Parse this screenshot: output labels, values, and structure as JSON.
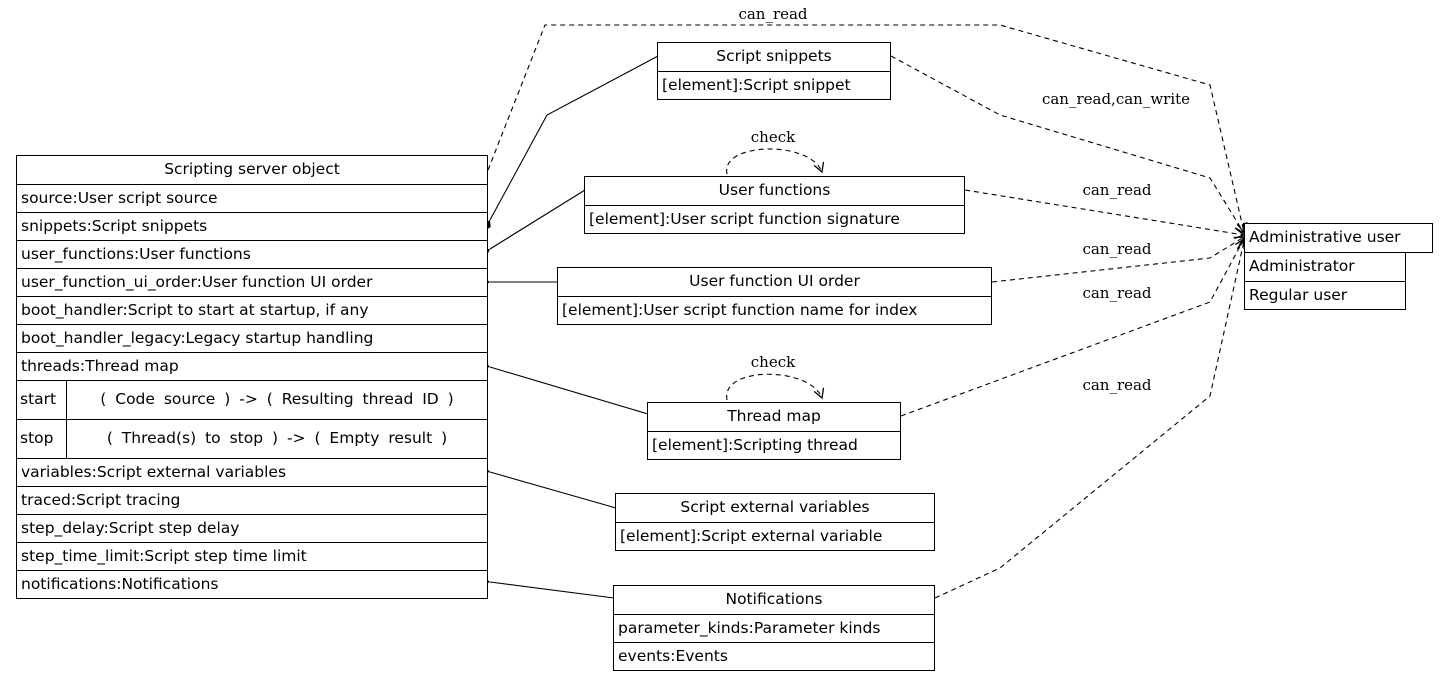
{
  "main_object": {
    "title": "Scripting server object",
    "fields": {
      "source": "source:User script source",
      "snippets": "snippets:Script snippets",
      "user_functions": "user_functions:User functions",
      "user_function_ui_order": "user_function_ui_order:User function UI order",
      "boot_handler": "boot_handler:Script to start at startup, if any",
      "boot_handler_legacy": "boot_handler_legacy:Legacy startup handling",
      "threads": "threads:Thread map",
      "variables": "variables:Script external variables",
      "traced": "traced:Script tracing",
      "step_delay": "step_delay:Script step delay",
      "step_time_limit": "step_time_limit:Script step time limit",
      "notifications": "notifications:Notifications"
    },
    "methods": {
      "start": {
        "name": "start",
        "signature": "( Code source )  -> ( Resulting thread ID )"
      },
      "stop": {
        "name": "stop",
        "signature": "(  Thread(s) to stop  )  -> (  Empty result  )"
      }
    }
  },
  "nodes": {
    "script_snippets": {
      "title": "Script snippets",
      "rows": [
        "[element]:Script snippet"
      ]
    },
    "user_functions": {
      "title": "User functions",
      "rows": [
        "[element]:User script function signature"
      ]
    },
    "ui_order": {
      "title": "User function UI order",
      "rows": [
        "[element]:User script function name for index"
      ]
    },
    "thread_map": {
      "title": "Thread map",
      "rows": [
        "[element]:Scripting thread"
      ]
    },
    "external_variables": {
      "title": "Script external variables",
      "rows": [
        "[element]:Script external variable"
      ]
    },
    "notifications": {
      "title": "Notifications",
      "rows": [
        "parameter_kinds:Parameter kinds",
        "events:Events"
      ]
    },
    "roles": {
      "title": "Administrative user",
      "rows": [
        "Administrator",
        "Regular user"
      ]
    }
  },
  "edge_labels": {
    "main_can_read": "can_read",
    "snippets_access": "can_read,can_write",
    "user_functions_access": "can_read",
    "ui_order_access": "can_read",
    "thread_map_access": "can_read",
    "notifications_access": "can_read",
    "user_functions_self": "check",
    "thread_map_self": "check"
  }
}
